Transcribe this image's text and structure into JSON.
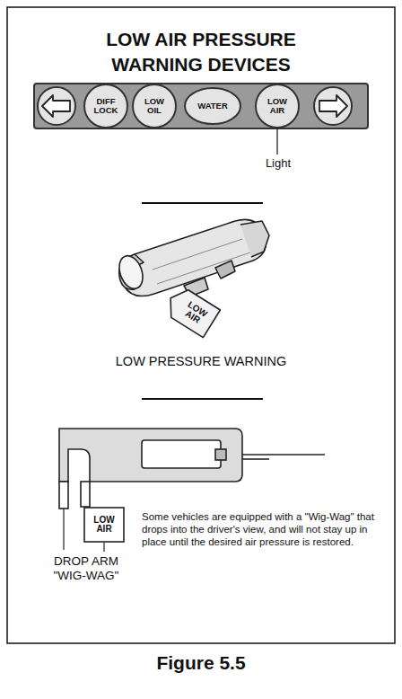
{
  "diagram": {
    "title": "LOW AIR PRESSURE WARNING DEVICES",
    "caption": "Figure 5.5",
    "nodes": [
      {
        "text": [
          "DIFF LOCK"
        ]
      },
      {
        "text": [
          "LOW OIL"
        ]
      },
      {
        "text": [
          "WATER"
        ]
      },
      {
        "text": [
          "LOW AIR"
        ]
      },
      {
        "text": [
          "LOW AIR"
        ]
      },
      {
        "text": [
          "LOW AIR"
        ]
      }
    ],
    "labels": [
      "Light",
      "LOW PRESSURE WARNING",
      "Some vehicles are equipped with a \"Wig-Wag\" that drops into the driver's view, and will not stay up in place until the desired air pressure is restored.",
      "DROP ARM \"WIG-WAG\""
    ]
  }
}
